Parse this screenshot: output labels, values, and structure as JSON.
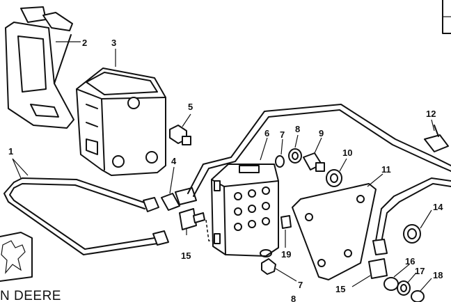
{
  "callouts": {
    "c1": "1",
    "c2": "2",
    "c3": "3",
    "c4": "4",
    "c5": "5",
    "c6": "6",
    "c7a": "7",
    "c7b": "7",
    "c8a": "8",
    "c8b": "8",
    "c9": "9",
    "c10": "10",
    "c11": "11",
    "c12": "12",
    "c14": "14",
    "c15a": "15",
    "c15b": "15",
    "c16": "16",
    "c17": "17",
    "c18": "18",
    "c19": "19"
  },
  "brand": {
    "text": "N DEERE"
  }
}
